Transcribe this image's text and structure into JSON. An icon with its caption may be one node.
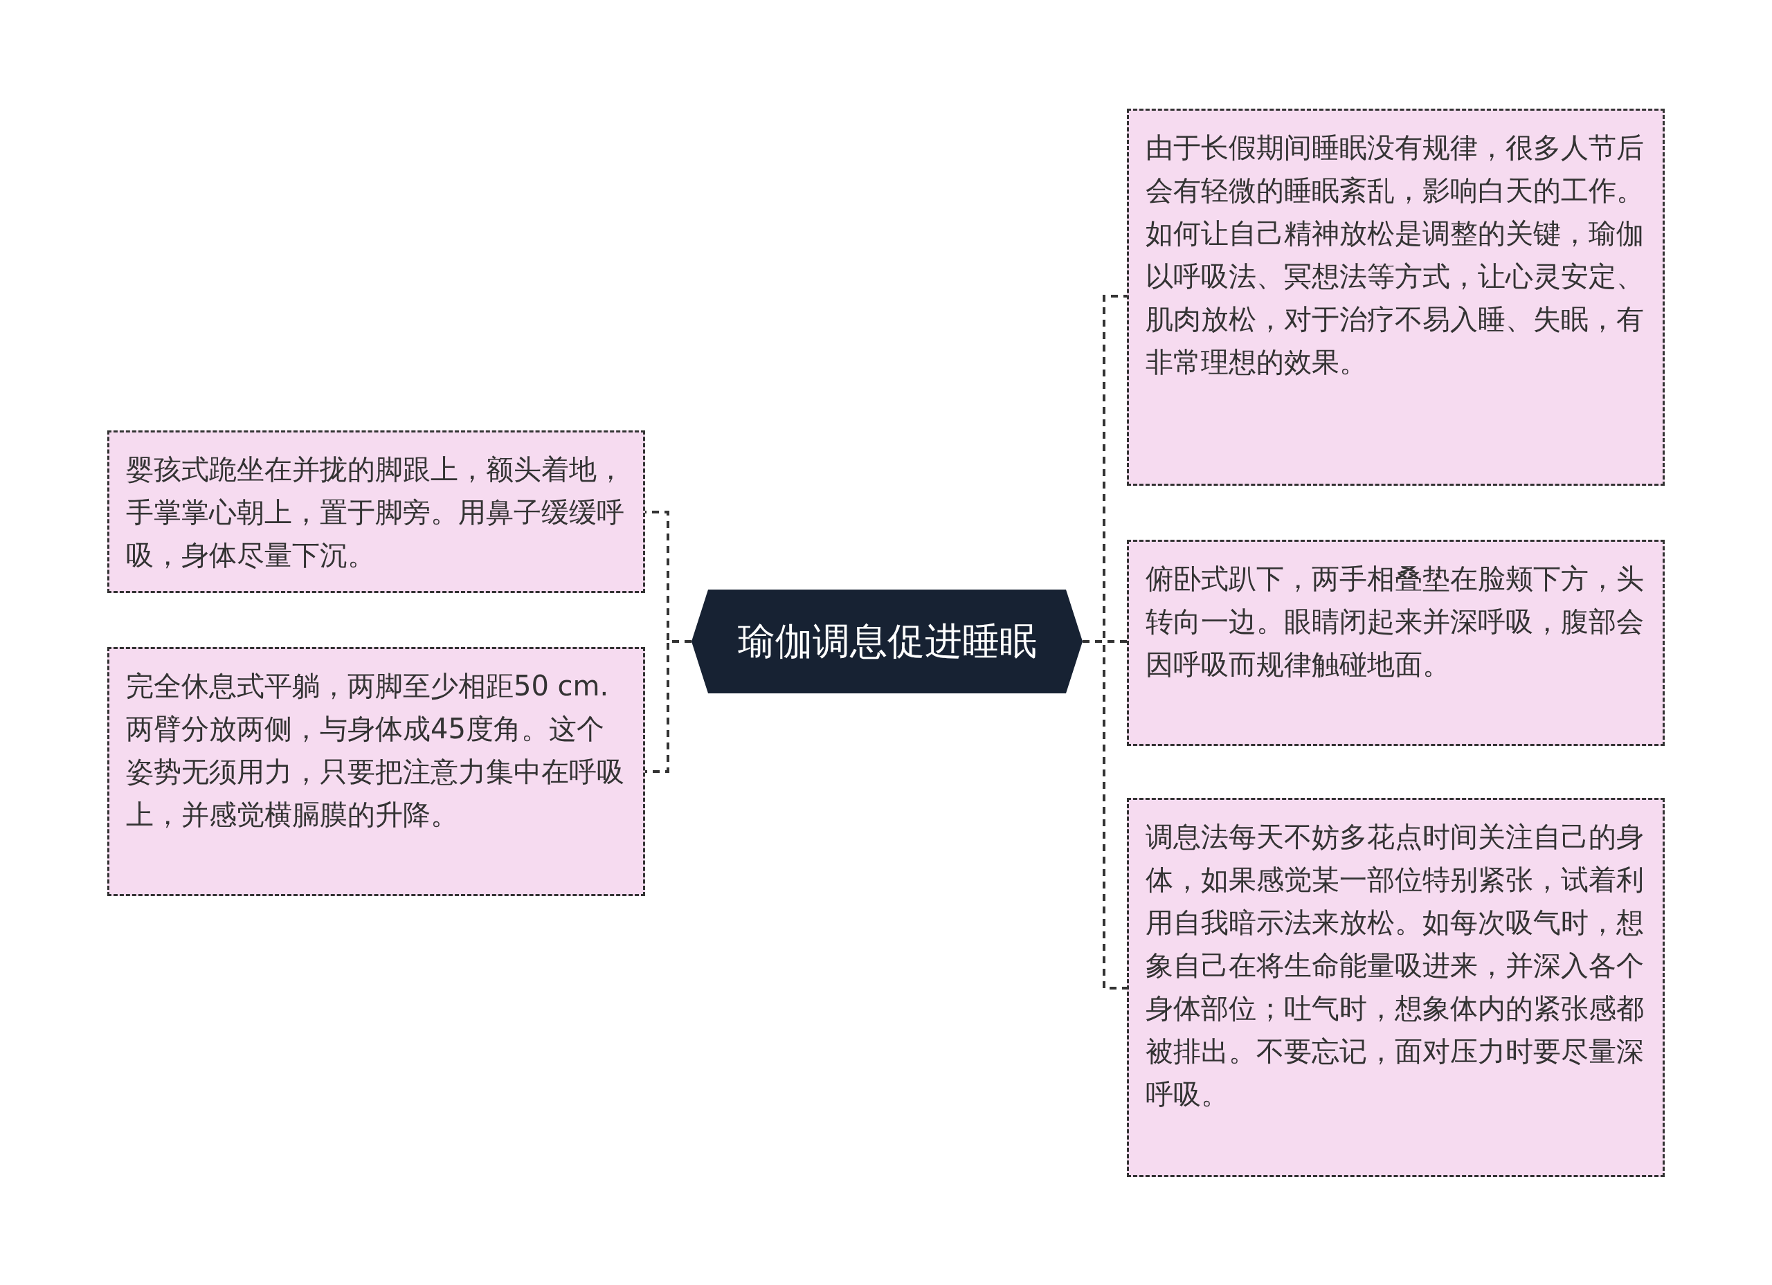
{
  "diagram": {
    "nodes": [
      {
        "text": [
          "瑜伽调息促进睡眠"
        ]
      },
      {
        "text": [
          "婴孩式跪坐在并拢的脚跟上，额头着地，手掌掌心朝上，置于脚旁。用鼻子缓缓呼吸，身体尽量下沉。"
        ]
      },
      {
        "text": [
          "完全休息式平躺，两脚至少相距50 cm.两臂分放两侧，与身体成45度角。这个姿势无须用力，只要把注意力集中在呼吸上，并感觉横膈膜的升降。"
        ]
      },
      {
        "text": [
          "由于长假期间睡眠没有规律，很多人节后会有轻微的睡眠紊乱，影响白天的工作。如何让自己精神放松是调整的关键，瑜伽以呼吸法、冥想法等方式，让心灵安定、肌肉放松，对于治疗不易入睡、失眠，有非常理想的效果。"
        ]
      },
      {
        "text": [
          "俯卧式趴下，两手相叠垫在脸颊下方，头转向一边。眼睛闭起来并深呼吸，腹部会因呼吸而规律触碰地面。"
        ]
      },
      {
        "text": [
          "调息法每天不妨多花点时间关注自己的身体，如果感觉某一部位特别紧张，试着利用自我暗示法来放松。如每次吸气时，想象自己在将生命能量吸进来，并深入各个身体部位；吐气时，想象体内的紧张感都被排出。不要忘记，面对压力时要尽量深呼吸。"
        ]
      }
    ],
    "edges": [
      {
        "from": 0,
        "to": 1,
        "arrow": "none",
        "style": "dashed"
      },
      {
        "from": 0,
        "to": 2,
        "arrow": "none",
        "style": "dashed"
      },
      {
        "from": 0,
        "to": 3,
        "arrow": "none",
        "style": "dashed"
      },
      {
        "from": 0,
        "to": 4,
        "arrow": "none",
        "style": "dashed"
      },
      {
        "from": 0,
        "to": 5,
        "arrow": "none",
        "style": "dashed"
      }
    ]
  }
}
